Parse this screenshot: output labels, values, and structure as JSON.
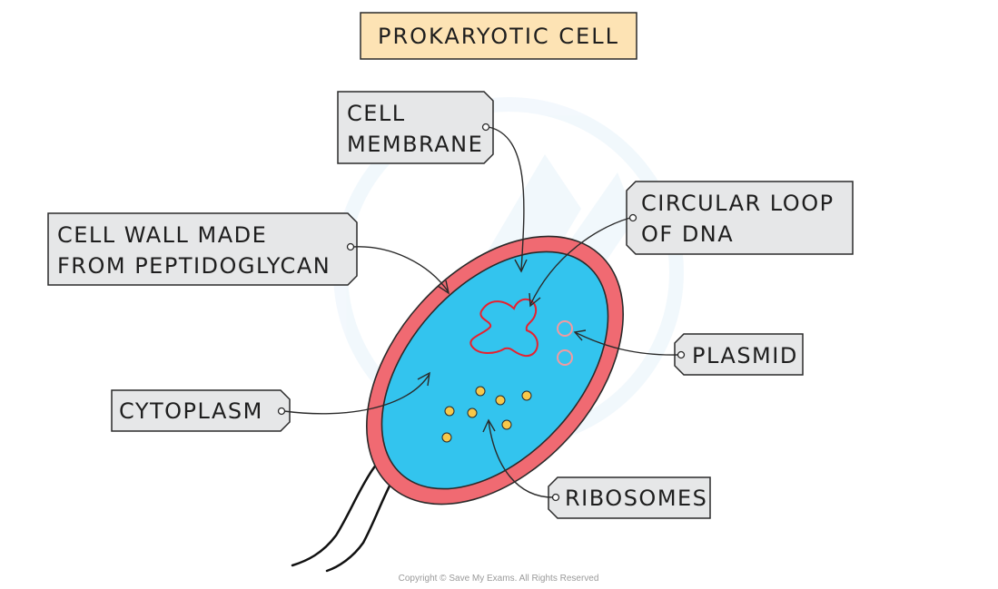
{
  "title": "PROKARYOTIC CELL",
  "labels": {
    "cell_membrane": [
      "CELL",
      "MEMBRANE"
    ],
    "circular_dna": [
      "CIRCULAR LOOP",
      "OF DNA"
    ],
    "cell_wall": [
      "CELL WALL MADE",
      "FROM PEPTIDOGLYCAN"
    ],
    "plasmid": [
      "PLASMID"
    ],
    "cytoplasm": [
      "CYTOPLASM"
    ],
    "ribosomes": [
      "RIBOSOMES"
    ]
  },
  "copyright": "Copyright © Save My Exams. All Rights Reserved",
  "colors": {
    "title_bg": "#fde3b4",
    "tag_bg": "#e6e7e8",
    "cell_wall": "#f06a72",
    "cytoplasm": "#33c4ee",
    "dna": "#e8202e",
    "plasmid": "#f29aa0",
    "ribosome": "#f7c84a"
  }
}
